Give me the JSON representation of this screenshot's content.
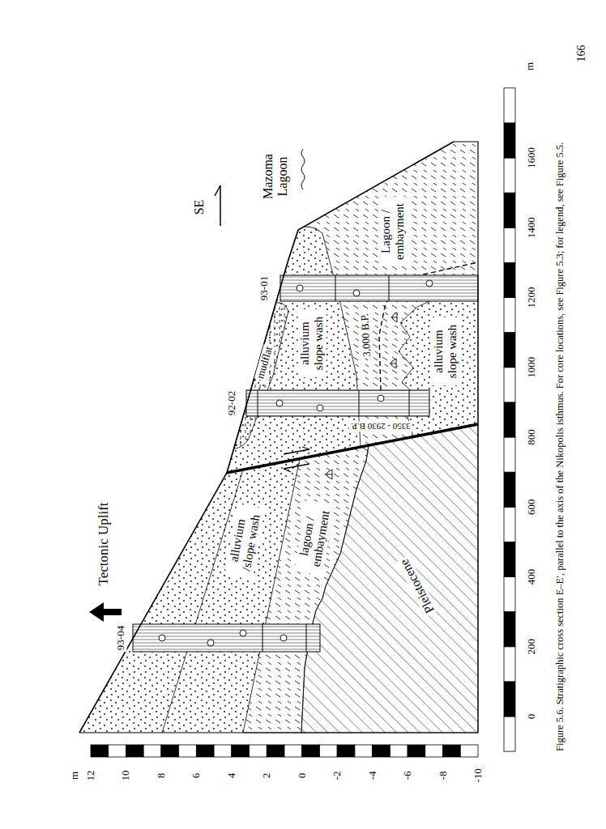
{
  "diagram": {
    "caption": "Figure 5.6. Stratigraphic cross section E–E′, parallel to the axis of the Nikopolis isthmus. For core locations, see Figure 5.3; for legend, see Figure 5.5.",
    "labels": [
      "166",
      "Tectonic Uplift",
      "SE",
      "Mazoma Lagoon",
      "93-04",
      "92-02",
      "93-01",
      "mudflat",
      "alluvium slope wash",
      "Lagoon / embayment",
      "3,000 B.P.",
      "3350 - 2930 B.P.",
      "alluvium /slope wash",
      "lagoon / embayment",
      "Pleistocene",
      "alluvium slope wash",
      "m",
      "12",
      "10",
      "8",
      "6",
      "4",
      "2",
      "0",
      "-2",
      "-4",
      "-6",
      "-8",
      "-10",
      "0",
      "200",
      "400",
      "600",
      "800",
      "1000",
      "1200",
      "1400",
      "1600",
      "m"
    ]
  }
}
